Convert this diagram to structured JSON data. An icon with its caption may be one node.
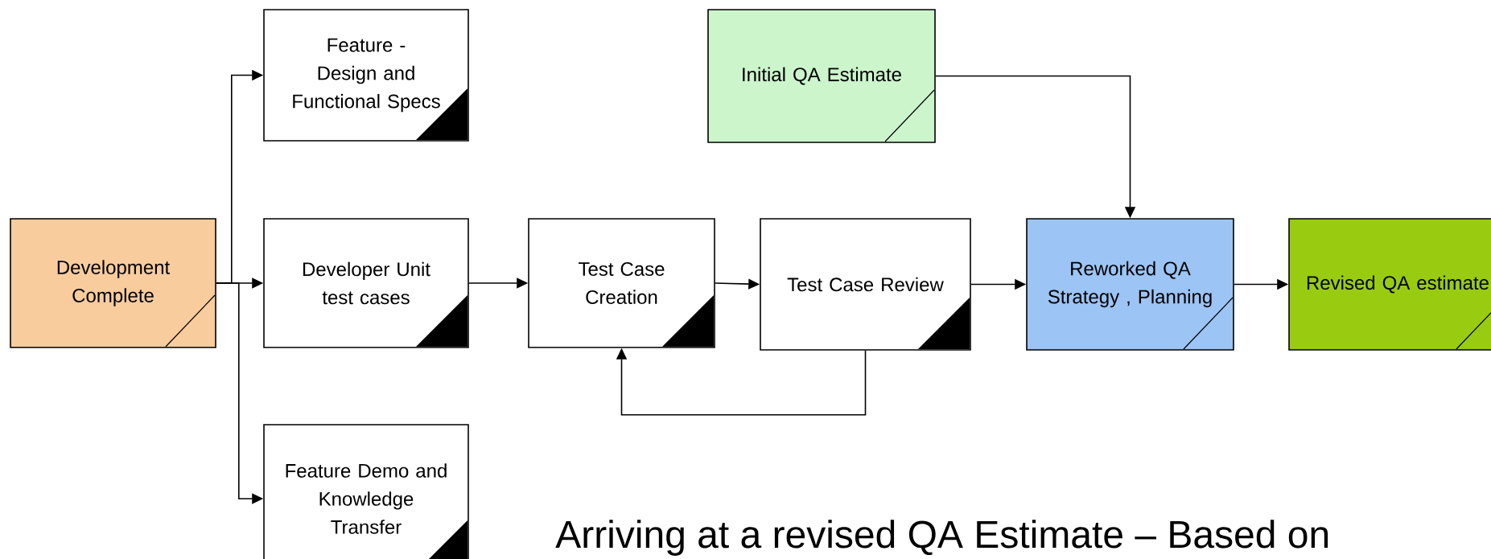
{
  "diagram": {
    "caption": "Arriving at a revised QA Estimate – Based on",
    "nodes": [
      {
        "text": [
          "Development Complete"
        ]
      },
      {
        "text": [
          "Feature - Design and Functional Specs"
        ]
      },
      {
        "text": [
          "Developer Unit test cases"
        ]
      },
      {
        "text": [
          "Feature Demo and Knowledge Transfer"
        ]
      },
      {
        "text": [
          "Test Case Creation"
        ]
      },
      {
        "text": [
          "Test Case Review"
        ]
      },
      {
        "text": [
          "Initial QA Estimate"
        ]
      },
      {
        "text": [
          "Reworked QA Strategy , Planning"
        ]
      },
      {
        "text": [
          "Revised QA estimate"
        ]
      }
    ],
    "edges": [
      {
        "from": 0,
        "to": 1,
        "arrow": "to"
      },
      {
        "from": 0,
        "to": 2,
        "arrow": "to"
      },
      {
        "from": 0,
        "to": 3,
        "arrow": "to"
      },
      {
        "from": 2,
        "to": 4,
        "arrow": "to"
      },
      {
        "from": 4,
        "to": 5,
        "arrow": "to"
      },
      {
        "from": 5,
        "to": 7,
        "arrow": "to"
      },
      {
        "from": 7,
        "to": 8,
        "arrow": "to"
      },
      {
        "from": 5,
        "to": 4,
        "arrow": "to"
      },
      {
        "from": 6,
        "to": 7,
        "arrow": "to"
      }
    ]
  }
}
